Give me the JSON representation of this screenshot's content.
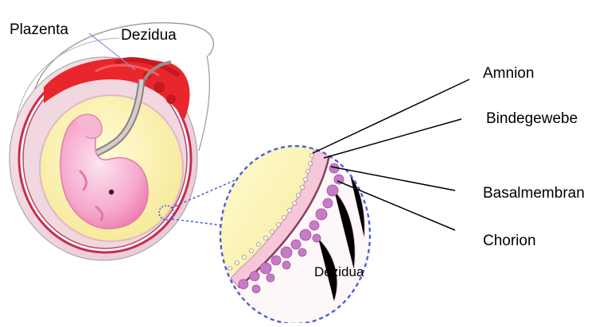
{
  "labels": {
    "plazenta": "Plazenta",
    "dezidua_top": "Dezidua",
    "amnion": "Amnion",
    "bindegewebe": "Bindegewebe",
    "basalmembran": "Basalmembran",
    "chorion": "Chorion",
    "dezidua_inset": "Dezidua"
  },
  "colors": {
    "placenta": "#e8262c",
    "uterus_wall": "#c92b4d",
    "amniotic_fluid": "#fdf6b8",
    "embryo": "#f4a6c8",
    "zoom_outline": "#4a5fe0",
    "pointer_lines": "#000000",
    "villi": "#c77bc7"
  }
}
